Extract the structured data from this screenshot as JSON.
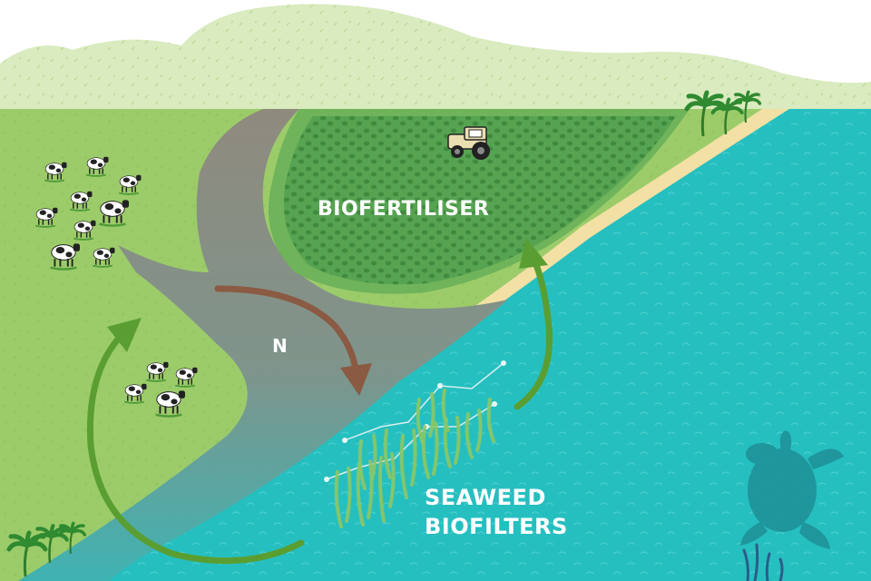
{
  "diagram": {
    "labels": {
      "biofertiliser": "BIOFERTILISER",
      "nutrient": "N",
      "seaweed_line1": "SEAWEED",
      "seaweed_line2": "BIOFILTERS"
    },
    "colors": {
      "sky": "#ffffff",
      "hills": "#d9ebbf",
      "pasture": "#9ccc6a",
      "field": "#56a352",
      "runoff": "#8c8c80",
      "sand": "#f2e0a4",
      "sea": "#26bfc0",
      "arrow_green": "#5a9e32",
      "arrow_brown": "#8a5a42",
      "seaweed": "#8dc765",
      "turtle": "#1d8f96"
    },
    "icons": [
      "cow-icon",
      "tractor-icon",
      "palm-tree-icon",
      "turtle-icon",
      "seaweed-icon",
      "arrow-icon"
    ]
  }
}
